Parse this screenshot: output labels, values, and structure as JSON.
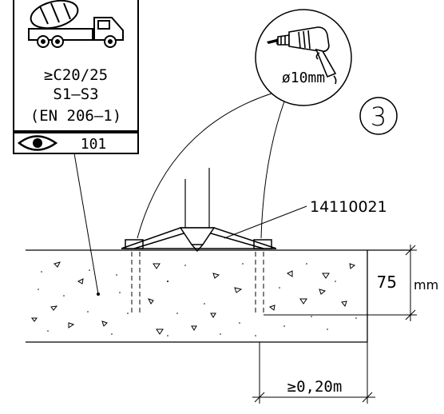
{
  "spec_box": {
    "concrete_class": "≥C20/25",
    "consistency": "S1–S3",
    "standard": "(EN 206–1)",
    "view_number": "101",
    "icons": [
      "concrete-mixer-truck-icon",
      "eye-icon"
    ]
  },
  "drill": {
    "diameter": "ø10mm",
    "icon": "hand-drill-icon"
  },
  "step_number": "3",
  "part_number": "14110021",
  "dimensions": {
    "depth_value": "75",
    "depth_unit": "mm",
    "edge_distance": "≥0,20m"
  },
  "colors": {
    "line": "#000000",
    "background": "#ffffff"
  }
}
